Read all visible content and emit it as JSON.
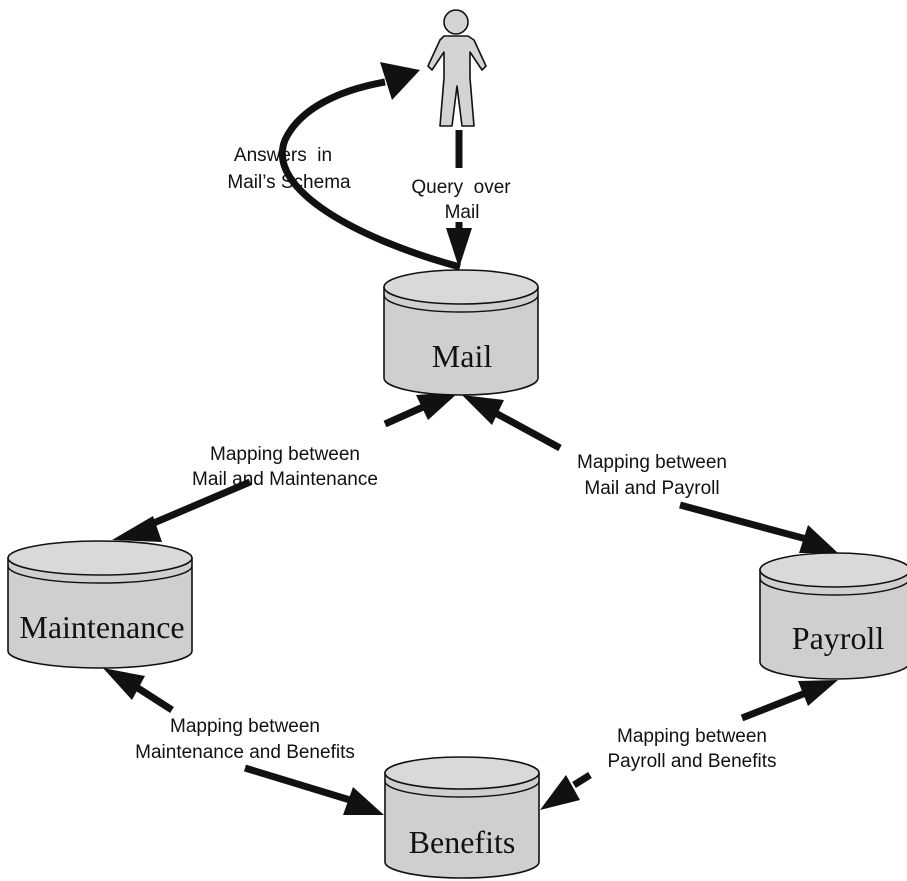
{
  "databases": {
    "mail": "Mail",
    "maintenance": "Maintenance",
    "payroll": "Payroll",
    "benefits": "Benefits"
  },
  "edges": {
    "answers": [
      "Answers  in",
      "Mail’s Schema"
    ],
    "query": [
      "Query  over",
      "Mail"
    ],
    "mail_maintenance": [
      "Mapping between",
      "Mail and Maintenance"
    ],
    "mail_payroll": [
      "Mapping between",
      "Mail and Payroll"
    ],
    "maintenance_benefits": [
      "Mapping between",
      "Maintenance and Benefits"
    ],
    "payroll_benefits": [
      "Mapping between",
      "Payroll and Benefits"
    ]
  },
  "colors": {
    "cylinder_fill": "#cfcfcf",
    "person_fill": "#d4d4d4",
    "arrow": "#111111"
  },
  "icons": {
    "user": "person-icon",
    "database": "database-cylinder-icon"
  }
}
